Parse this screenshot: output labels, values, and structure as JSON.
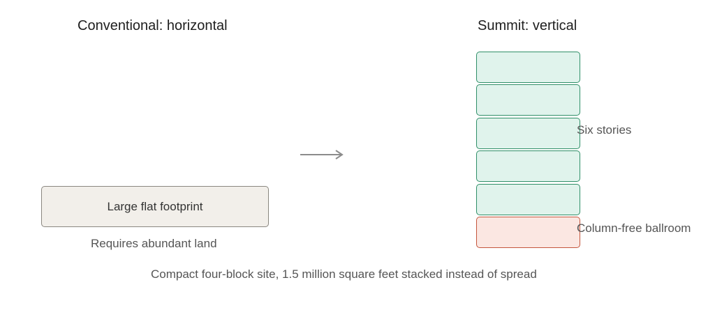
{
  "conventional": {
    "heading": "Conventional: horizontal",
    "footprint_label": "Large flat footprint",
    "caption": "Requires abundant land"
  },
  "summit": {
    "heading": "Summit: vertical",
    "stories_label": "Six stories",
    "ballroom_label": "Column-free ballroom",
    "story_count": 5
  },
  "footer": {
    "caption": "Compact four-block site, 1.5 million square feet stacked instead of spread"
  },
  "colors": {
    "footprint_fill": "#f2efea",
    "footprint_border": "#8a8780",
    "story_fill": "#e0f3ec",
    "story_border": "#2f8f68",
    "ballroom_fill": "#fbe7e2",
    "ballroom_border": "#c4553c",
    "arrow": "#8c8c8c"
  }
}
